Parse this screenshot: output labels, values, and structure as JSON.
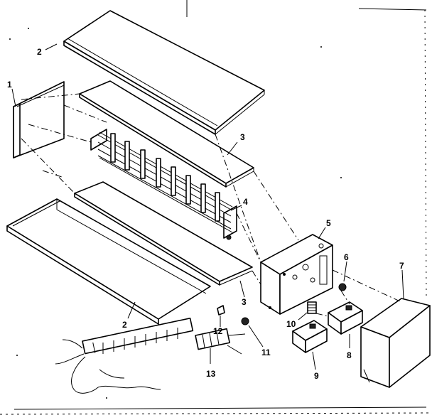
{
  "figure": {
    "background": "#ffffff",
    "ink": "#000000",
    "callouts": [
      {
        "id": "c1",
        "text": "1"
      },
      {
        "id": "c2a",
        "text": "2"
      },
      {
        "id": "c2b",
        "text": "2"
      },
      {
        "id": "c3a",
        "text": "3"
      },
      {
        "id": "c3b",
        "text": "3"
      },
      {
        "id": "c4",
        "text": "4"
      },
      {
        "id": "c5",
        "text": "5"
      },
      {
        "id": "c6",
        "text": "6"
      },
      {
        "id": "c7",
        "text": "7"
      },
      {
        "id": "c8",
        "text": "8"
      },
      {
        "id": "c9",
        "text": "9"
      },
      {
        "id": "c10",
        "text": "10"
      },
      {
        "id": "c11",
        "text": "11"
      },
      {
        "id": "c12",
        "text": "12"
      },
      {
        "id": "c13",
        "text": "13"
      }
    ]
  }
}
